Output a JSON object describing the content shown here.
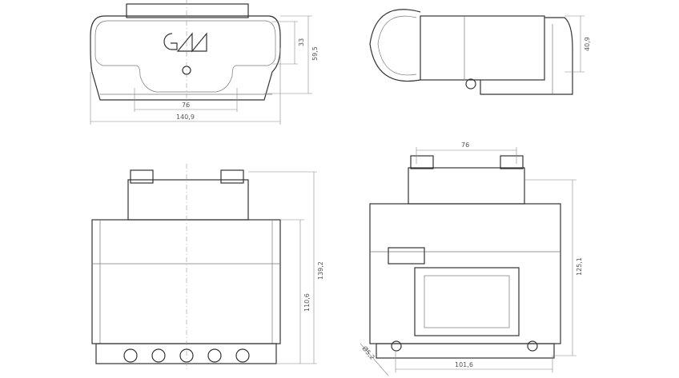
{
  "drawing": {
    "logo_text": "GM",
    "dimensions": {
      "top_view_inner_height": "33",
      "top_view_height": "59,5",
      "top_view_mount_spacing": "76",
      "top_view_width": "140,9",
      "side_view_height": "40,9",
      "front_view_total_height": "139,2",
      "front_view_body_height": "110,6",
      "side2_mount_spacing": "76",
      "side2_height": "125,1",
      "side2_width": "101,6",
      "hole_diameter": "Ø5,2"
    }
  }
}
